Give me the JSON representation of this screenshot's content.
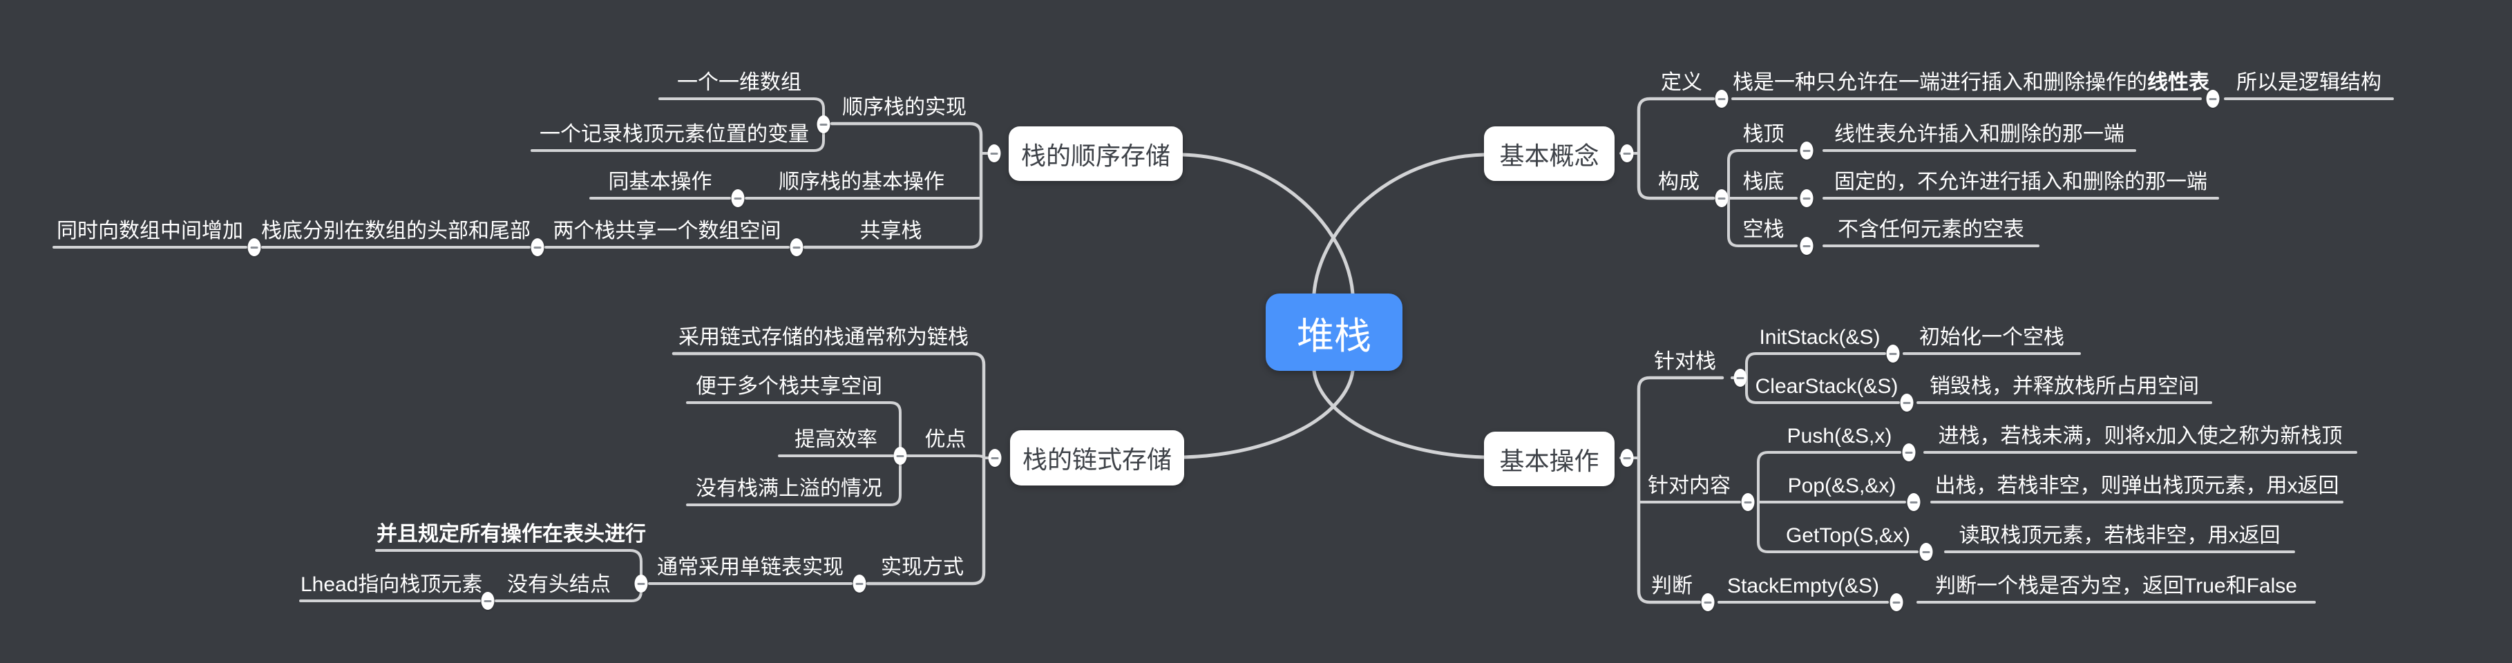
{
  "app": {
    "type": "mindmap",
    "colors": {
      "background": "#393c41",
      "line": "#d2d3d5",
      "root_fill": "#4a93fb",
      "root_text": "#ffffff",
      "topic_fill": "#ffffff",
      "topic_text": "#3e4248",
      "label_text": "#ffffff"
    },
    "icons": {
      "collapse": "minus-icon"
    }
  },
  "mindmap": {
    "root": {
      "label": "堆栈"
    },
    "left": [
      {
        "label": "栈的顺序存储",
        "children": [
          {
            "label": "顺序栈的实现",
            "children": [
              {
                "label": "一个一维数组"
              },
              {
                "label": "一个记录栈顶元素位置的变量"
              }
            ]
          },
          {
            "label": "顺序栈的基本操作",
            "children": [
              {
                "label": "同基本操作"
              }
            ]
          },
          {
            "label": "共享栈",
            "children": [
              {
                "label": "两个栈共享一个数组空间",
                "children": [
                  {
                    "label": "栈底分别在数组的头部和尾部",
                    "children": [
                      {
                        "label": "同时向数组中间增加"
                      }
                    ]
                  }
                ]
              }
            ]
          }
        ]
      },
      {
        "label": "栈的链式存储",
        "children": [
          {
            "label": "采用链式存储的栈通常称为链栈"
          },
          {
            "label": "优点",
            "children": [
              {
                "label": "便于多个栈共享空间"
              },
              {
                "label": "提高效率"
              },
              {
                "label": "没有栈满上溢的情况"
              }
            ]
          },
          {
            "label": "实现方式",
            "children": [
              {
                "label": "通常采用单链表实现",
                "children": [
                  {
                    "label": "并且规定所有操作在表头进行"
                  },
                  {
                    "label": "没有头结点",
                    "children": [
                      {
                        "label": "Lhead指向栈顶元素"
                      }
                    ]
                  }
                ]
              }
            ]
          }
        ]
      }
    ],
    "right": [
      {
        "label": "基本概念",
        "children": [
          {
            "label": "定义",
            "children": [
              {
                "label": "栈是一种只允许在一端进行插入和删除操作的",
                "label_bold": "线性表",
                "children": [
                  {
                    "label": "所以是逻辑结构"
                  }
                ]
              }
            ]
          },
          {
            "label": "构成",
            "children": [
              {
                "label": "栈顶",
                "children": [
                  {
                    "label": "线性表允许插入和删除的那一端"
                  }
                ]
              },
              {
                "label": "栈底",
                "children": [
                  {
                    "label": "固定的，不允许进行插入和删除的那一端"
                  }
                ]
              },
              {
                "label": "空栈",
                "children": [
                  {
                    "label": "不含任何元素的空表"
                  }
                ]
              }
            ]
          }
        ]
      },
      {
        "label": "基本操作",
        "children": [
          {
            "label": "针对栈",
            "children": [
              {
                "label": "InitStack(&S)",
                "children": [
                  {
                    "label": "初始化一个空栈"
                  }
                ]
              },
              {
                "label": "ClearStack(&S)",
                "children": [
                  {
                    "label": "销毁栈，并释放栈所占用空间"
                  }
                ]
              }
            ]
          },
          {
            "label": "针对内容",
            "children": [
              {
                "label": "Push(&S,x)",
                "children": [
                  {
                    "label": "进栈，若栈未满，则将x加入使之称为新栈顶"
                  }
                ]
              },
              {
                "label": "Pop(&S,&x)",
                "children": [
                  {
                    "label": "出栈，若栈非空，则弹出栈顶元素，用x返回"
                  }
                ]
              },
              {
                "label": "GetTop(S,&x)",
                "children": [
                  {
                    "label": "读取栈顶元素，若栈非空，用x返回"
                  }
                ]
              }
            ]
          },
          {
            "label": "判断",
            "children": [
              {
                "label": "StackEmpty(&S)",
                "children": [
                  {
                    "label": "判断一个栈是否为空，返回True和False"
                  }
                ]
              }
            ]
          }
        ]
      }
    ]
  }
}
